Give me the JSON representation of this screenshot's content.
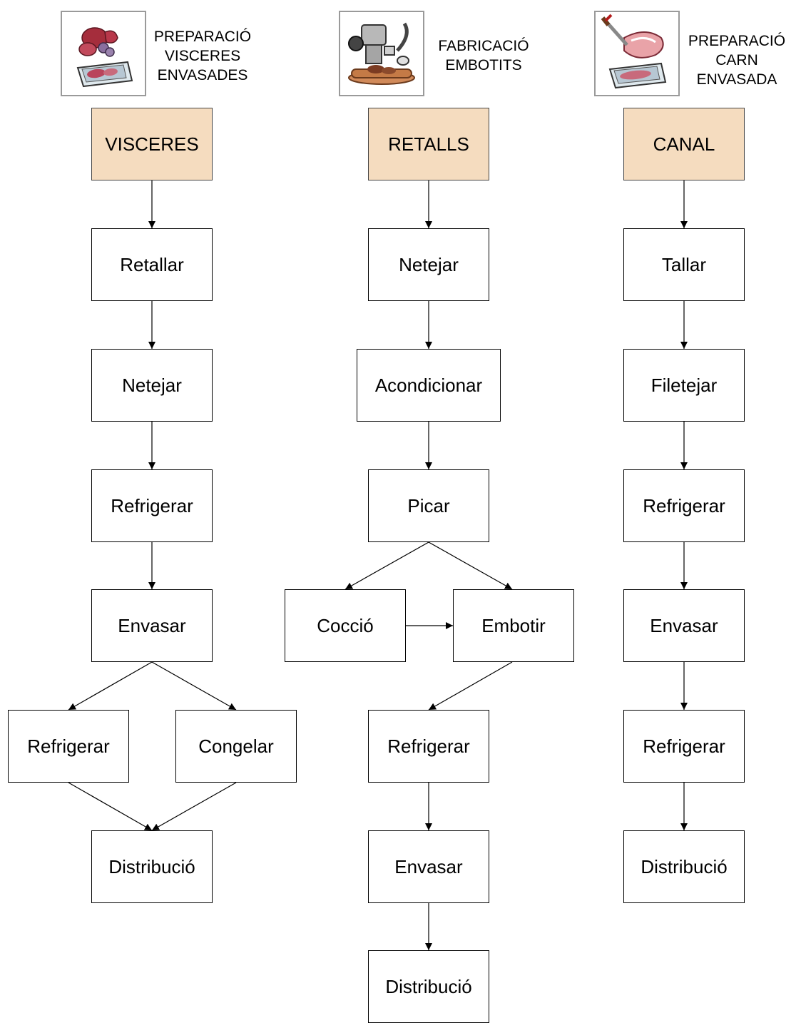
{
  "colors": {
    "source_fill": "#f5dcbf",
    "box_fill": "#ffffff",
    "stroke": "#000000"
  },
  "columns": [
    {
      "caption": [
        "PREPARACIÓ",
        "VISCERES",
        "ENVASADES"
      ],
      "picto_icon": "organ-meat-tray-icon",
      "source": "VISCERES",
      "steps": [
        "Retallar",
        "Netejar",
        "Refrigerar",
        "Envasar"
      ],
      "branch": [
        "Refrigerar",
        "Congelar"
      ],
      "end": "Distribució"
    },
    {
      "caption": [
        "FABRICACIÓ",
        "EMBOTITS"
      ],
      "picto_icon": "meat-grinder-icon",
      "source": "RETALLS",
      "steps": [
        "Netejar",
        "Acondicionar",
        "Picar"
      ],
      "branch": [
        "Cocció",
        "Embotir"
      ],
      "after": [
        "Refrigerar",
        "Envasar",
        "Distribució"
      ]
    },
    {
      "caption": [
        "PREPARACIÓ",
        "CARN",
        "ENVASADA"
      ],
      "picto_icon": "carving-knife-tray-icon",
      "source": "CANAL",
      "steps": [
        "Tallar",
        "Filetejar",
        "Refrigerar",
        "Envasar",
        "Refrigerar",
        "Distribució"
      ]
    }
  ]
}
